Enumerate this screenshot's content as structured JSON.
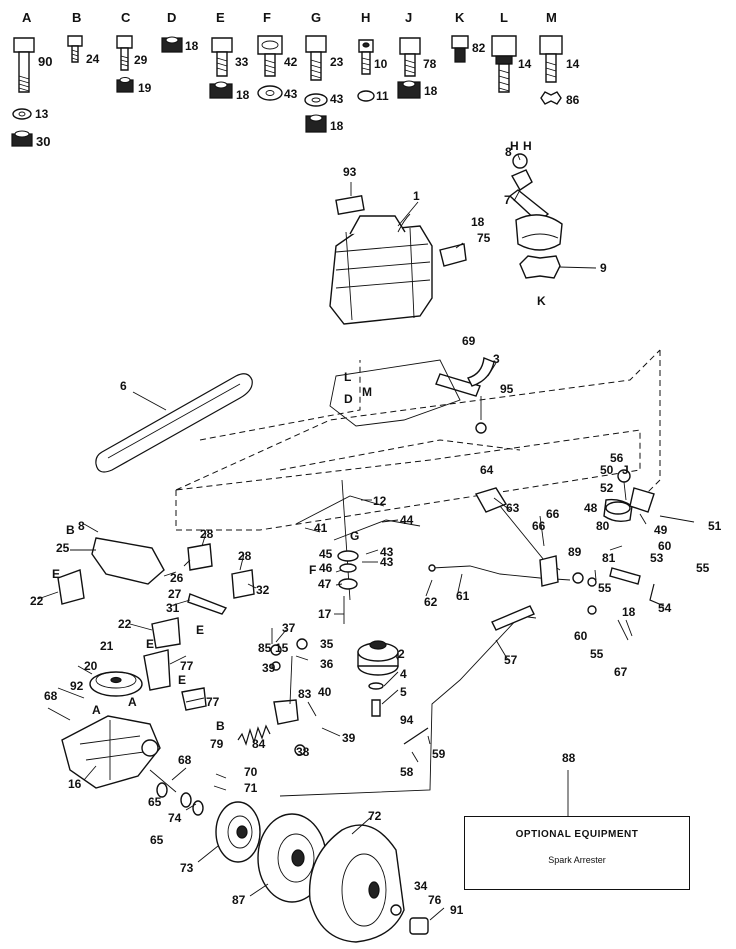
{
  "hardware_headers": [
    "A",
    "B",
    "C",
    "D",
    "E",
    "F",
    "G",
    "H",
    "J",
    "K",
    "L",
    "M"
  ],
  "hardware_numbers": [
    "90",
    "13",
    "30",
    "24",
    "29",
    "19",
    "18",
    "33",
    "18",
    "42",
    "43",
    "23",
    "43",
    "18",
    "10",
    "11",
    "78",
    "18",
    "82",
    "14",
    "14",
    "86"
  ],
  "callouts": [
    "93",
    "1",
    "8",
    "H",
    "H",
    "7",
    "18",
    "75",
    "9",
    "K",
    "69",
    "3",
    "95",
    "6",
    "L",
    "D",
    "M",
    "64",
    "12",
    "41",
    "44",
    "43",
    "43",
    "45",
    "46",
    "47",
    "F",
    "G",
    "17",
    "8",
    "B",
    "25",
    "28",
    "28",
    "26",
    "27",
    "32",
    "31",
    "22",
    "E",
    "22",
    "E",
    "21",
    "E",
    "77",
    "20",
    "92",
    "68",
    "A",
    "A",
    "16",
    "77",
    "E",
    "B",
    "37",
    "85",
    "15",
    "35",
    "39",
    "36",
    "83",
    "40",
    "84",
    "79",
    "38",
    "39",
    "2",
    "4",
    "5",
    "94",
    "59",
    "58",
    "70",
    "71",
    "68",
    "65",
    "74",
    "65",
    "73",
    "87",
    "72",
    "34",
    "76",
    "91",
    "50",
    "56",
    "J",
    "52",
    "48",
    "80",
    "49",
    "51",
    "60",
    "53",
    "81",
    "55",
    "55",
    "54",
    "18",
    "60",
    "55",
    "67",
    "89",
    "66",
    "66",
    "63",
    "62",
    "61",
    "57",
    "88"
  ],
  "optional_equipment": {
    "title": "OPTIONAL EQUIPMENT",
    "item": "Spark Arrester"
  }
}
